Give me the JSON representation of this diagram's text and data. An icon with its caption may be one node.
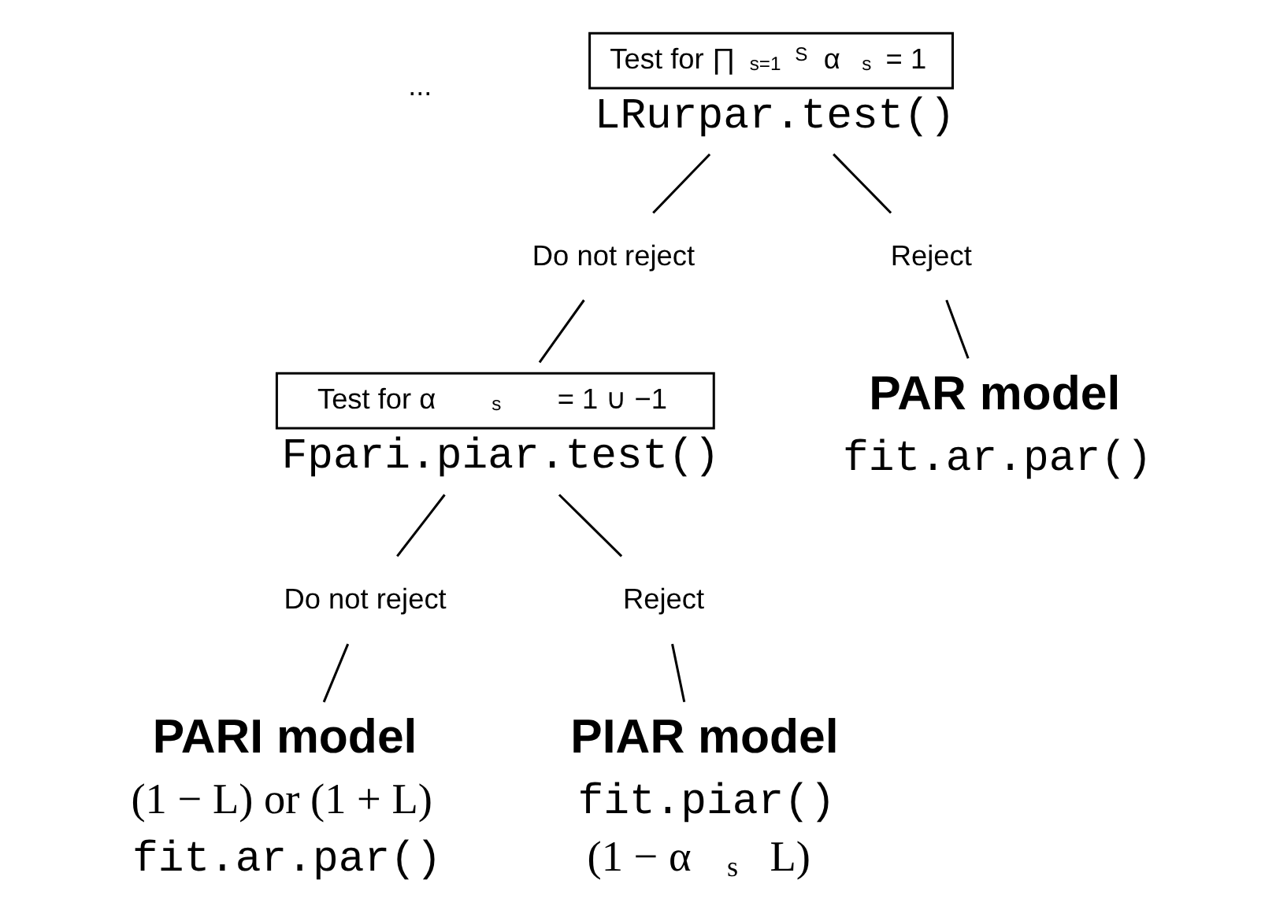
{
  "diagram": {
    "nodes": [
      {
        "text": [
          "Test for ∏$_{s=1}$$^{S}$ α$_{s}$ = 1",
          "LRurpar.test()"
        ]
      },
      {
        "text": [
          "Do not reject"
        ]
      },
      {
        "text": [
          "Reject"
        ]
      },
      {
        "text": [
          "Test for α$_{s}$ = 1 ∪ −1",
          "Fpari.piar.test()"
        ]
      },
      {
        "text": [
          "PAR model",
          "fit.ar.par()"
        ]
      },
      {
        "text": [
          "Do not reject"
        ]
      },
      {
        "text": [
          "Reject"
        ]
      },
      {
        "text": [
          "PARI model",
          "(1 − L) or (1 + L)",
          "fit.ar.par()"
        ]
      },
      {
        "text": [
          "PIAR model",
          "fit.piar()",
          "(1 − α$_{s}$ L)"
        ]
      }
    ],
    "edges": [
      {
        "from": 0,
        "to": 1,
        "arrow": "none"
      },
      {
        "from": 0,
        "to": 2,
        "arrow": "none"
      },
      {
        "from": 1,
        "to": 3,
        "arrow": "none"
      },
      {
        "from": 2,
        "to": 4,
        "arrow": "none"
      },
      {
        "from": 3,
        "to": 5,
        "arrow": "none"
      },
      {
        "from": 3,
        "to": 6,
        "arrow": "none"
      },
      {
        "from": 5,
        "to": 7,
        "arrow": "none"
      },
      {
        "from": 6,
        "to": 8,
        "arrow": "none"
      }
    ],
    "labels": [
      "..."
    ]
  }
}
